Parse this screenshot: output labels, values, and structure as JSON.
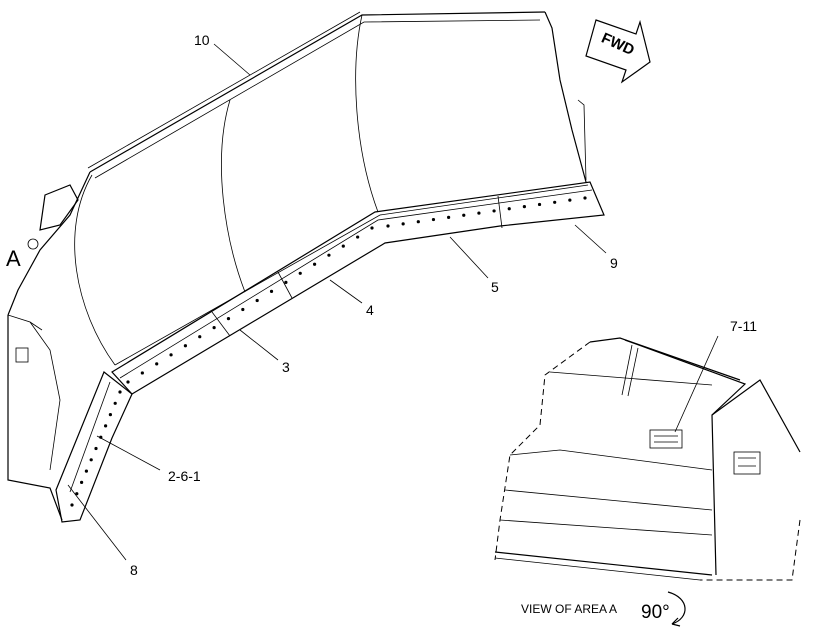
{
  "diagram": {
    "area_label": "A",
    "direction_label": "FWD",
    "view_caption": "VIEW OF AREA A",
    "rotation_label": "90°",
    "callouts": {
      "c10": "10",
      "c9": "9",
      "c5": "5",
      "c4": "4",
      "c3": "3",
      "c261": "2-6-1",
      "c8": "8",
      "c711": "7-11"
    }
  }
}
